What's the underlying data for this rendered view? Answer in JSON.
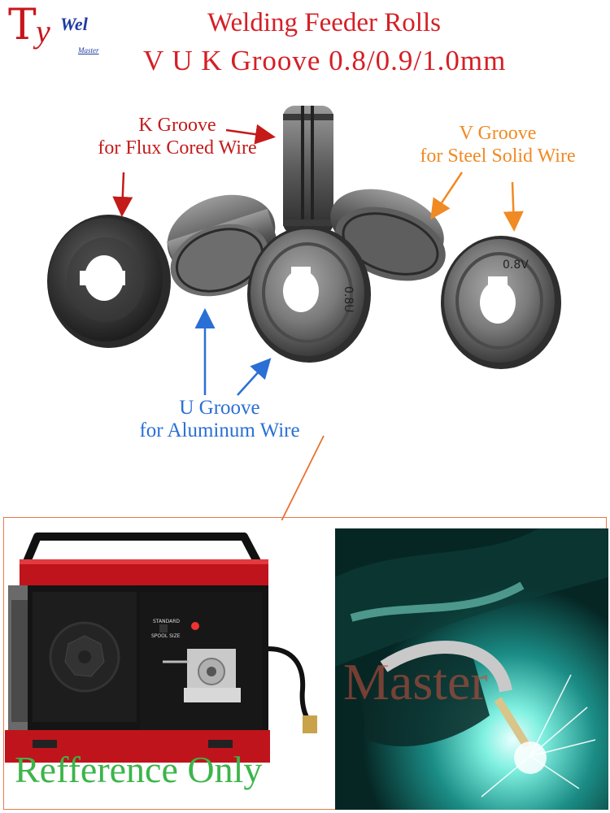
{
  "logo": {
    "t": "T",
    "y": "y",
    "wel": "Wel",
    "sub": "Master"
  },
  "title": {
    "line1": "Welding Feeder Rolls",
    "line2": "V U K Groove  0.8/0.9/1.0mm"
  },
  "labels": {
    "k_line1": "K Groove",
    "k_line2": "for Flux Cored Wire",
    "v_line1": "V Groove",
    "v_line2": "for Steel Solid Wire",
    "u_line1": "U Groove",
    "u_line2": "for Aluminum Wire"
  },
  "roll_marks": {
    "center": "0.8U",
    "right": "0.8V"
  },
  "machine_panel": {
    "standard": "STANDARD",
    "spool_size": "SPOOL SIZE"
  },
  "footer": {
    "reference": "Refference Only"
  },
  "watermark": "Master",
  "colors": {
    "title_red": "#d51f26",
    "k_red": "#c41a1a",
    "v_orange": "#f08a24",
    "u_blue": "#2a6fd6",
    "ref_green": "#3cb54a",
    "logo_blue": "#1e3aa0"
  }
}
